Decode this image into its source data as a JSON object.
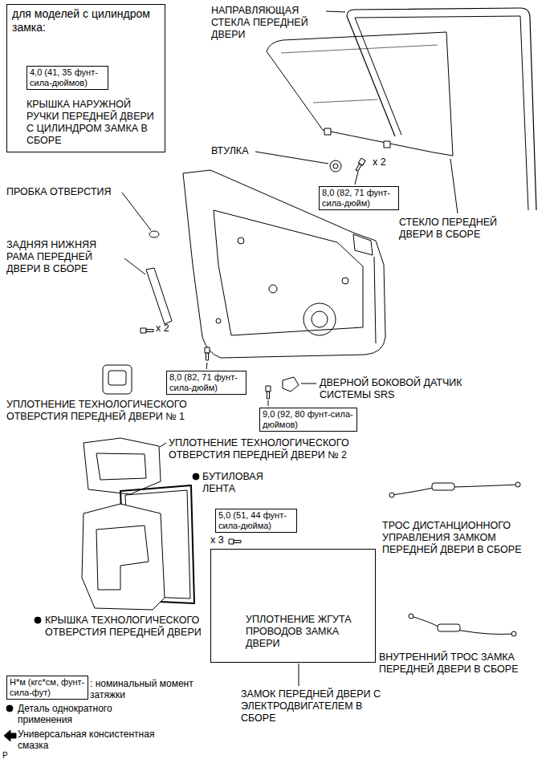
{
  "diagram": {
    "nodes": [
      {
        "text": [
          "для моделей с цилиндром замка:",
          "КРЫШКА НАРУЖНОЙ РУЧКИ ПЕРЕДНЕЙ ДВЕРИ С ЦИЛИНДРОМ ЗАМКА В СБОРЕ"
        ]
      },
      {
        "text": [
          "4,0 (41, 35 фунт-сила-дюймов)"
        ],
        "in": 0
      },
      {
        "text": [
          "8,0 (82, 71 фунт-сила-дюйм)"
        ]
      },
      {
        "text": [
          "8,0 (82, 71 фунт-сила-дюйм)"
        ]
      },
      {
        "text": [
          "9,0 (92, 80 фунт-сила-дюймов)"
        ]
      },
      {
        "text": [
          "5,0 (51, 44 фунт-сила-дюйма)"
        ]
      },
      {
        "text": [
          "УПЛОТНЕНИЕ ЖГУТА ПРОВОДОВ ЗАМКА ДВЕРИ",
          "ЗАМОК ПЕРЕДНЕЙ ДВЕРИ С ЭЛЕКТРОДВИГАТЕЛЕМ В СБОРЕ"
        ]
      },
      {
        "text": [
          "Н*м (кгс*см, фунт-сила-фут)"
        ]
      }
    ],
    "labels": [
      "НАПРАВЛЯЮЩАЯ СТЕКЛА ПЕРЕДНЕЙ ДВЕРИ",
      "ВТУЛКА",
      "x 2",
      "ПРОБКА ОТВЕРСТИЯ",
      "СТЕКЛО ПЕРЕДНЕЙ ДВЕРИ В СБОРЕ",
      "ЗАДНЯЯ НИЖНЯЯ РАМА ПЕРЕДНЕЙ ДВЕРИ В СБОРЕ",
      "x 2",
      "ДВЕРНОЙ БОКОВОЙ ДАТЧИК СИСТЕМЫ SRS",
      "УПЛОТНЕНИЕ ТЕХНОЛОГИЧЕСКОГО ОТВЕРСТИЯ ПЕРЕДНЕЙ ДВЕРИ № 1",
      "УПЛОТНЕНИЕ ТЕХНОЛОГИЧЕСКОГО ОТВЕРСТИЯ ПЕРЕДНЕЙ ДВЕРИ № 2",
      "БУТИЛОВАЯ ЛЕНТА",
      "x 3",
      "ТРОС ДИСТАНЦИОННОГО УПРАВЛЕНИЯ ЗАМКОМ ПЕРЕДНЕЙ ДВЕРИ В СБОРЕ",
      "КРЫШКА ТЕХНОЛОГИЧЕСКОГО ОТВЕРСТИЯ ПЕРЕДНЕЙ ДВЕРИ",
      "ВНУТРЕННИЙ ТРОС ЗАМКА ПЕРЕДНЕЙ ДВЕРИ В СБОРЕ",
      "P"
    ],
    "legend": [
      {
        "text": ": номинальный момент затяжки"
      },
      {
        "text": "Деталь однократного применения"
      },
      {
        "text": "Универсальная консистентная смазка"
      }
    ]
  }
}
